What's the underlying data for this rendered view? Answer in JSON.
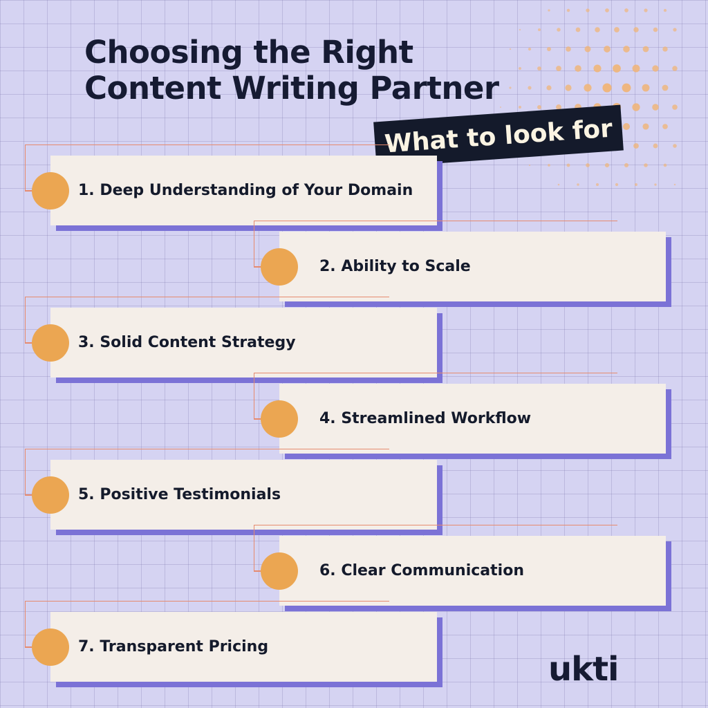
{
  "header": {
    "title_line1": "Choosing the Right",
    "title_line2": "Content Writing Partner",
    "tag": "What to look for"
  },
  "items": [
    {
      "label": "1. Deep Understanding of Your Domain"
    },
    {
      "label": "2. Ability to Scale"
    },
    {
      "label": "3. Solid Content Strategy"
    },
    {
      "label": "4. Streamlined Workflow"
    },
    {
      "label": "5. Positive Testimonials"
    },
    {
      "label": "6. Clear Communication"
    },
    {
      "label": "7. Transparent Pricing"
    }
  ],
  "logo": "ukti",
  "colors": {
    "background": "#d5d3f2",
    "card": "#f4eee8",
    "shadow": "#7b72d6",
    "accent": "#eba652",
    "line": "#e68a6e",
    "dark": "#141a2b"
  }
}
